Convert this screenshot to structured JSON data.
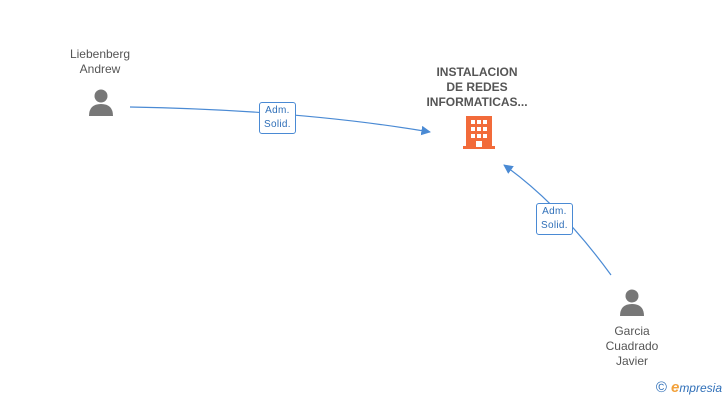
{
  "nodes": {
    "person_1": {
      "lines": [
        "Liebenberg",
        "Andrew"
      ]
    },
    "company": {
      "lines": [
        "INSTALACION",
        "DE REDES",
        "INFORMATICAS..."
      ]
    },
    "person_2": {
      "lines": [
        "Garcia",
        "Cuadrado",
        "Javier"
      ]
    }
  },
  "edges": [
    {
      "label_lines": [
        "Adm.",
        "Solid."
      ]
    },
    {
      "label_lines": [
        "Adm.",
        "Solid."
      ]
    }
  ],
  "watermark": {
    "copyright": "©",
    "brand_first": "e",
    "brand_rest": "mpresia"
  },
  "colors": {
    "edge": "#4a8ad4",
    "company_icon": "#f26b3a",
    "person_icon": "#777777"
  }
}
